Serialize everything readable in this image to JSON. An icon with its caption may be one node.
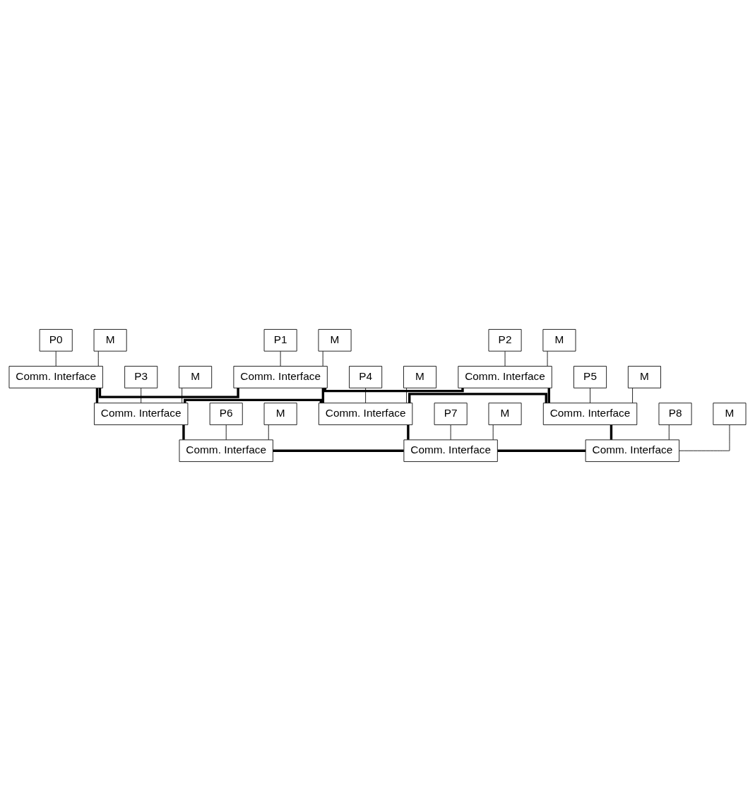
{
  "diagram": {
    "nodes": [
      {
        "text": [
          "P0"
        ]
      },
      {
        "text": [
          "M"
        ]
      },
      {
        "text": [
          "Comm. Interface"
        ]
      },
      {
        "text": [
          "P1"
        ]
      },
      {
        "text": [
          "M"
        ]
      },
      {
        "text": [
          "Comm. Interface"
        ]
      },
      {
        "text": [
          "P2"
        ]
      },
      {
        "text": [
          "M"
        ]
      },
      {
        "text": [
          "Comm. Interface"
        ]
      },
      {
        "text": [
          "P3"
        ]
      },
      {
        "text": [
          "M"
        ]
      },
      {
        "text": [
          "Comm. Interface"
        ]
      },
      {
        "text": [
          "P4"
        ]
      },
      {
        "text": [
          "M"
        ]
      },
      {
        "text": [
          "Comm. Interface"
        ]
      },
      {
        "text": [
          "P5"
        ]
      },
      {
        "text": [
          "M"
        ]
      },
      {
        "text": [
          "Comm. Interface"
        ]
      },
      {
        "text": [
          "P6"
        ]
      },
      {
        "text": [
          "M"
        ]
      },
      {
        "text": [
          "Comm. Interface"
        ]
      },
      {
        "text": [
          "P7"
        ]
      },
      {
        "text": [
          "M"
        ]
      },
      {
        "text": [
          "Comm. Interface"
        ]
      },
      {
        "text": [
          "P8"
        ]
      },
      {
        "text": [
          "M"
        ]
      },
      {
        "text": [
          "Comm. Interface"
        ]
      }
    ],
    "edges": [
      {
        "from": 0,
        "to": 2,
        "arrow": "none"
      },
      {
        "from": 1,
        "to": 2,
        "arrow": "none"
      },
      {
        "from": 3,
        "to": 5,
        "arrow": "none"
      },
      {
        "from": 4,
        "to": 5,
        "arrow": "none"
      },
      {
        "from": 6,
        "to": 8,
        "arrow": "none"
      },
      {
        "from": 7,
        "to": 8,
        "arrow": "none"
      },
      {
        "from": 9,
        "to": 11,
        "arrow": "none"
      },
      {
        "from": 10,
        "to": 11,
        "arrow": "none"
      },
      {
        "from": 12,
        "to": 14,
        "arrow": "none"
      },
      {
        "from": 13,
        "to": 14,
        "arrow": "none"
      },
      {
        "from": 15,
        "to": 17,
        "arrow": "none"
      },
      {
        "from": 16,
        "to": 17,
        "arrow": "none"
      },
      {
        "from": 18,
        "to": 20,
        "arrow": "none"
      },
      {
        "from": 19,
        "to": 20,
        "arrow": "none"
      },
      {
        "from": 21,
        "to": 23,
        "arrow": "none"
      },
      {
        "from": 22,
        "to": 23,
        "arrow": "none"
      },
      {
        "from": 24,
        "to": 26,
        "arrow": "none"
      },
      {
        "from": 25,
        "to": 26,
        "arrow": "none"
      },
      {
        "from": 2,
        "to": 5,
        "arrow": "none",
        "style": "thick"
      },
      {
        "from": 5,
        "to": 8,
        "arrow": "none",
        "style": "thick"
      },
      {
        "from": 11,
        "to": 14,
        "arrow": "none",
        "style": "thick"
      },
      {
        "from": 14,
        "to": 17,
        "arrow": "none",
        "style": "thick"
      },
      {
        "from": 20,
        "to": 23,
        "arrow": "none",
        "style": "thick"
      },
      {
        "from": 23,
        "to": 26,
        "arrow": "none",
        "style": "thick"
      },
      {
        "from": 2,
        "to": 11,
        "arrow": "none",
        "style": "thick"
      },
      {
        "from": 11,
        "to": 20,
        "arrow": "none",
        "style": "thick"
      },
      {
        "from": 5,
        "to": 14,
        "arrow": "none",
        "style": "thick"
      },
      {
        "from": 14,
        "to": 23,
        "arrow": "none",
        "style": "thick"
      },
      {
        "from": 8,
        "to": 17,
        "arrow": "none",
        "style": "thick"
      },
      {
        "from": 17,
        "to": 26,
        "arrow": "none",
        "style": "thick"
      }
    ]
  }
}
